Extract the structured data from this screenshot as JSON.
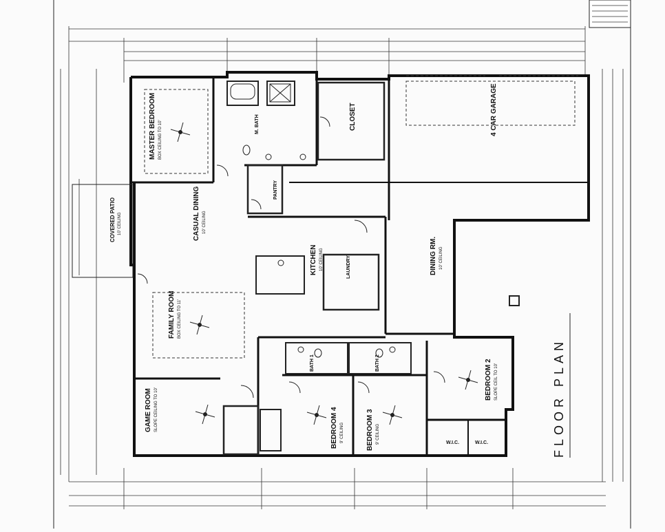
{
  "rooms": {
    "master_bedroom": {
      "label": "MASTER BEDROOM",
      "sub": "BOX CEILING TO 10'"
    },
    "closet": {
      "label": "CLOSET"
    },
    "m_bath": {
      "label": "M. BATH"
    },
    "pantry": {
      "label": "PANTRY"
    },
    "casual_dining": {
      "label": "CASUAL DINING",
      "sub": "10' CEILING"
    },
    "covered_patio": {
      "label": "COVERED PATIO",
      "sub": "10' CEILING"
    },
    "kitchen": {
      "label": "KITCHEN",
      "sub": "10' CEILING"
    },
    "laundry": {
      "label": "LAUNDRY"
    },
    "dining_rm": {
      "label": "DINING RM.",
      "sub": "10' CEILING"
    },
    "garage": {
      "label": "4 CAR GARAGE"
    },
    "family_room": {
      "label": "FAMILY ROOM",
      "sub": "BOX CEILING TO 11'"
    },
    "game_room": {
      "label": "GAME ROOM",
      "sub": "SLOPE CEILING TO 10'"
    },
    "bath_1": {
      "label": "BATH 1"
    },
    "bath_2": {
      "label": "BATH 2"
    },
    "bedroom_4": {
      "label": "BEDROOM 4",
      "sub": "9' CEILING"
    },
    "bedroom_3": {
      "label": "BEDROOM 3",
      "sub": "9' CEILING"
    },
    "bedroom_2": {
      "label": "BEDROOM 2",
      "sub": "SLOPE CEIL TO 10'"
    },
    "wic_1": {
      "label": "W.I.C."
    },
    "wic_2": {
      "label": "W.I.C."
    }
  },
  "title": {
    "text": "FLOOR PLAN"
  }
}
